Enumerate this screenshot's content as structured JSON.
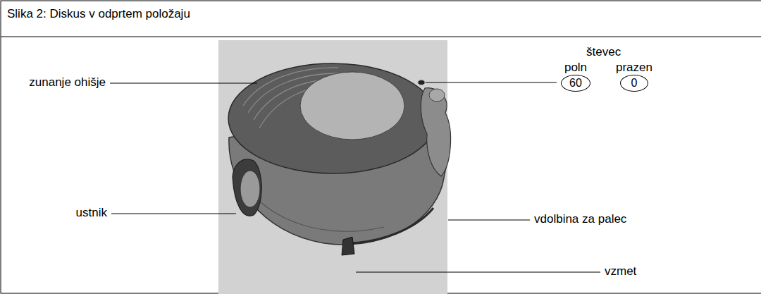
{
  "diagram": {
    "title": "Slika 2: Diskus v odprtem položaju",
    "nodes": [
      {
        "text": [
          "poln",
          "60"
        ]
      },
      {
        "text": [
          "prazen",
          "0"
        ]
      }
    ],
    "labels": [
      "števec",
      "zunanje ohišje",
      "vdolbina za palec",
      "ustnik",
      "vzmet"
    ]
  }
}
